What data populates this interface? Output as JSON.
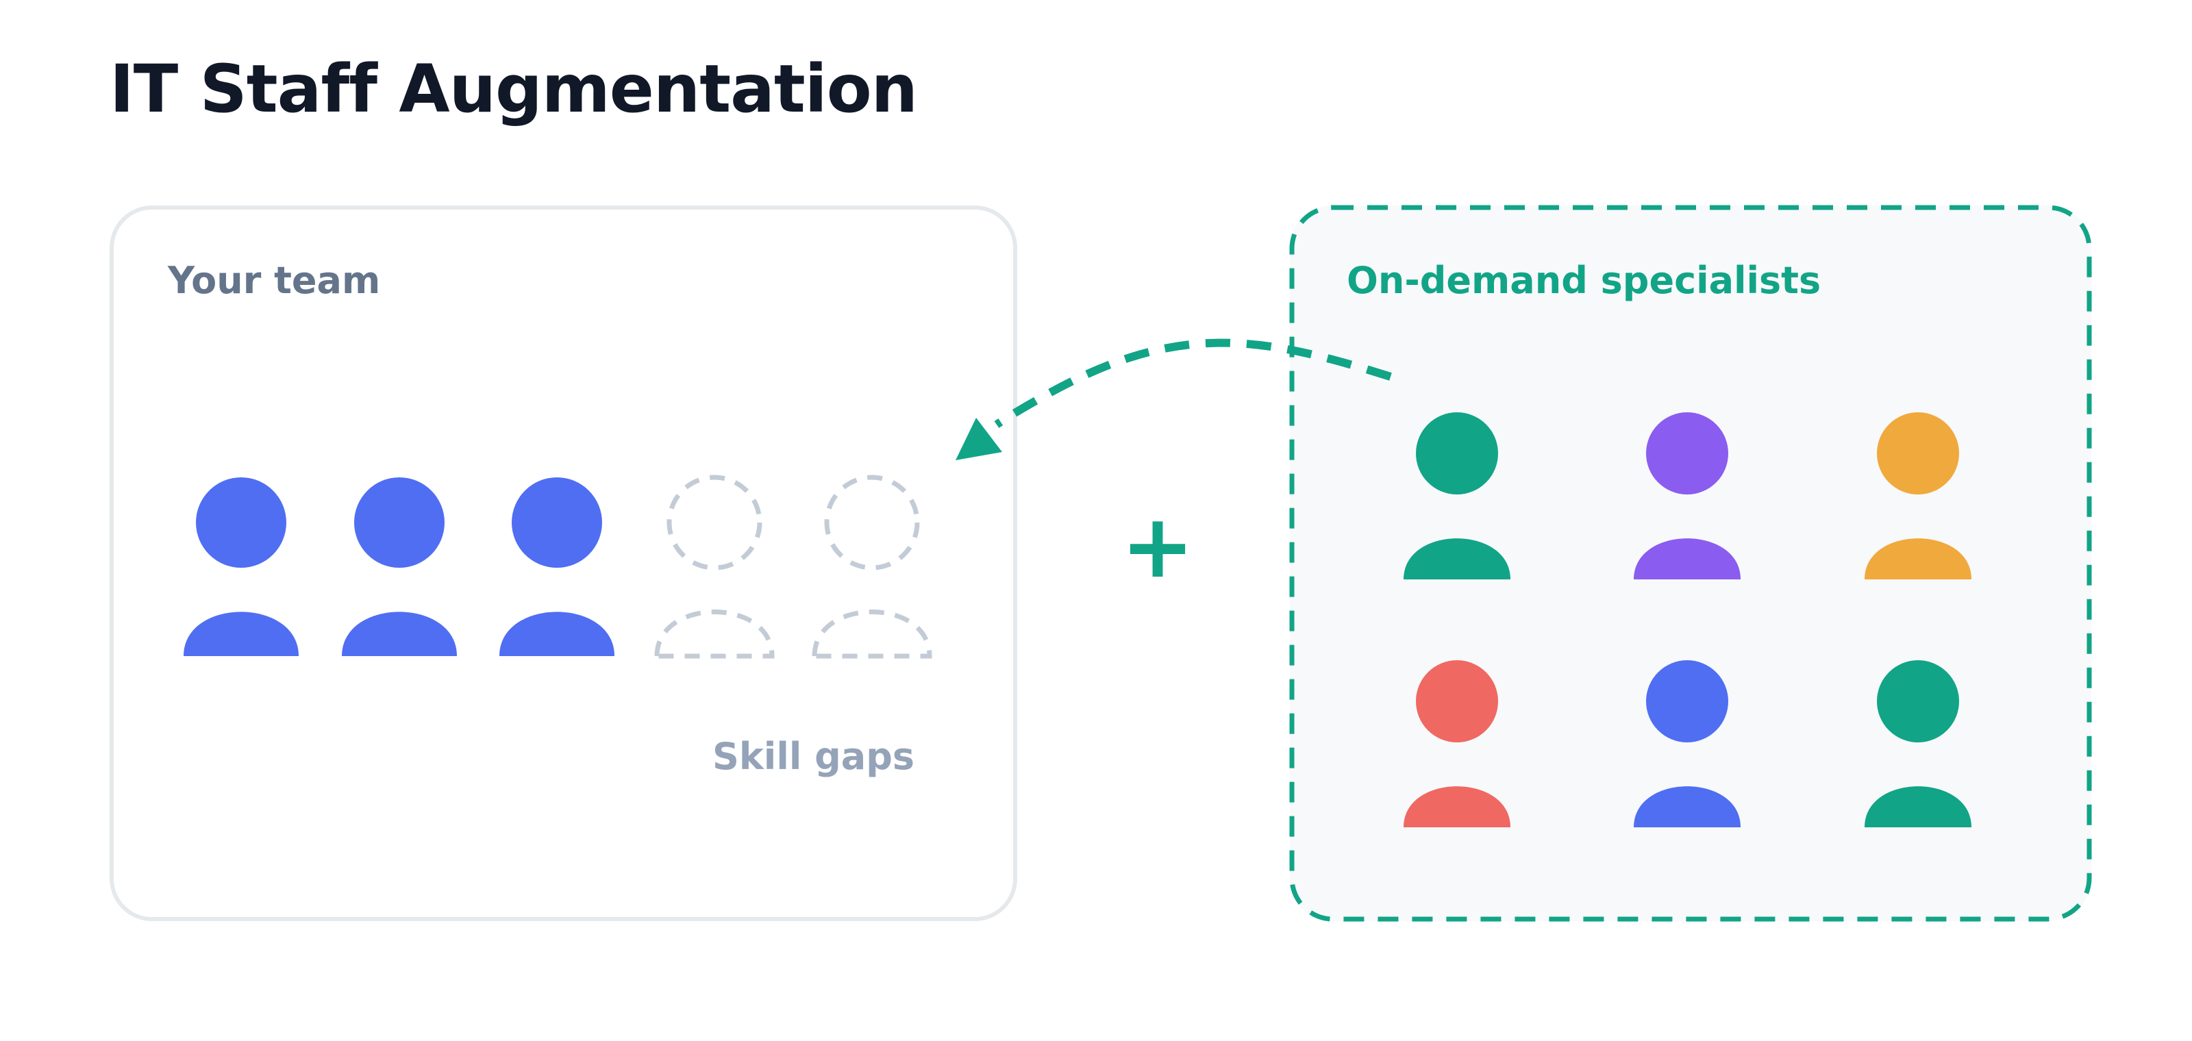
{
  "title": "IT Staff Augmentation",
  "team_panel": {
    "label": "Your team",
    "gap_label": "Skill gaps",
    "member_count": 3,
    "gap_count": 2,
    "member_color": "#506ef2",
    "gap_color": "#c3ccd6",
    "border_color": "#e5e9ec"
  },
  "specialists_panel": {
    "label": "On-demand specialists",
    "border_color": "#12a487",
    "people": [
      {
        "color": "#12a487"
      },
      {
        "color": "#8b5cf0"
      },
      {
        "color": "#f0a93c"
      },
      {
        "color": "#f06862"
      },
      {
        "color": "#506ef2"
      },
      {
        "color": "#12a487"
      }
    ]
  },
  "connector": {
    "plus_symbol": "+",
    "color": "#12a487",
    "arrow": "dashed curved arrow from specialists to skill gaps"
  }
}
